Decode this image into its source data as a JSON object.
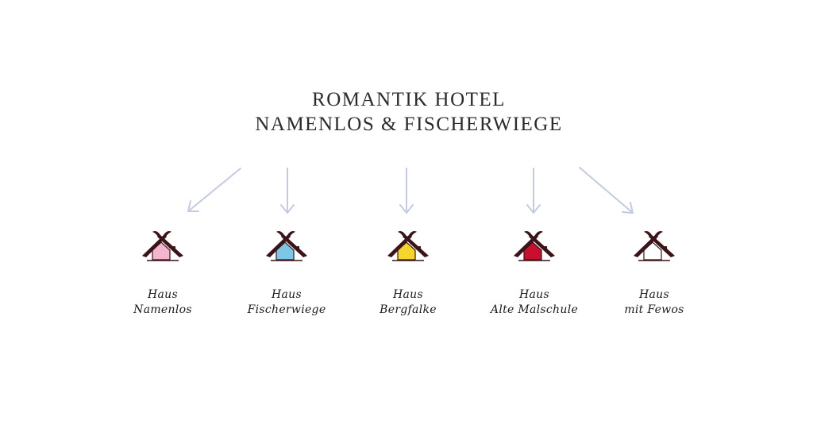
{
  "header": {
    "line1": "ROMANTIK HOTEL",
    "line2": "NAMENLOS & FISCHERWIEGE"
  },
  "colors": {
    "arrow": "#c3cbe0",
    "roof": "#3a1418"
  },
  "houses": [
    {
      "line1": "Haus",
      "line2": "Namenlos",
      "color": "#f3b6cf",
      "icon": "house-pink-icon"
    },
    {
      "line1": "Haus",
      "line2": "Fischerwiege",
      "color": "#7ec6e6",
      "icon": "house-blue-icon"
    },
    {
      "line1": "Haus",
      "line2": "Bergfalke",
      "color": "#f5d52c",
      "icon": "house-yellow-icon"
    },
    {
      "line1": "Haus",
      "line2": "Alte Malschule",
      "color": "#c8102e",
      "icon": "house-red-icon"
    },
    {
      "line1": "Haus",
      "line2": "mit Fewos",
      "color": "#ffffff",
      "icon": "house-white-icon"
    }
  ]
}
